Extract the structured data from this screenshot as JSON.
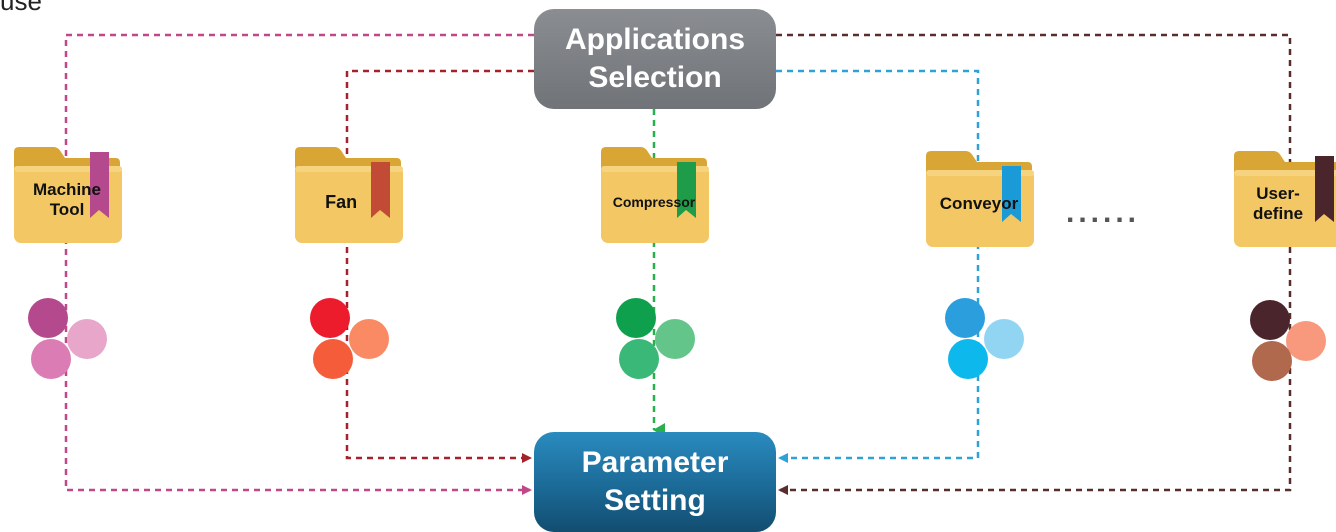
{
  "corner_text": "use",
  "applications_box": {
    "line1": "Applications",
    "line2": "Selection"
  },
  "parameter_box": {
    "line1": "Parameter",
    "line2": "Setting"
  },
  "ellipsis": "......",
  "folders": [
    {
      "id": "machine-tool",
      "line1": "Machine",
      "line2": "Tool",
      "color": "#b5498e",
      "circle_colors": [
        "#b5498e",
        "#e8a6cb",
        "#dc7cb5"
      ]
    },
    {
      "id": "fan",
      "line1": "Fan",
      "line2": "",
      "color": "#c14b34",
      "circle_colors": [
        "#ec1c2d",
        "#f98a64",
        "#f55c3a"
      ]
    },
    {
      "id": "compressor",
      "line1": "Compressor",
      "line2": "",
      "color": "#1e9c4a",
      "circle_colors": [
        "#0ea04c",
        "#63c589",
        "#3ab877"
      ]
    },
    {
      "id": "conveyor",
      "line1": "Conveyor",
      "line2": "",
      "color": "#1a9ad6",
      "circle_colors": [
        "#2b9ede",
        "#92d5f2",
        "#0db9ec"
      ]
    },
    {
      "id": "user-define",
      "line1": "User-",
      "line2": "define",
      "color": "#4a262c",
      "circle_colors": [
        "#4a262c",
        "#f8997d",
        "#b0694c"
      ]
    }
  ],
  "colors": {
    "folder_body": "#f2c764",
    "folder_back": "#d9a534",
    "line_machine_tool": "#c1478b",
    "line_fan": "#a6222a",
    "line_compressor": "#27b04b",
    "line_conveyor": "#2ea1d8",
    "line_user_define": "#5a2d2d"
  }
}
